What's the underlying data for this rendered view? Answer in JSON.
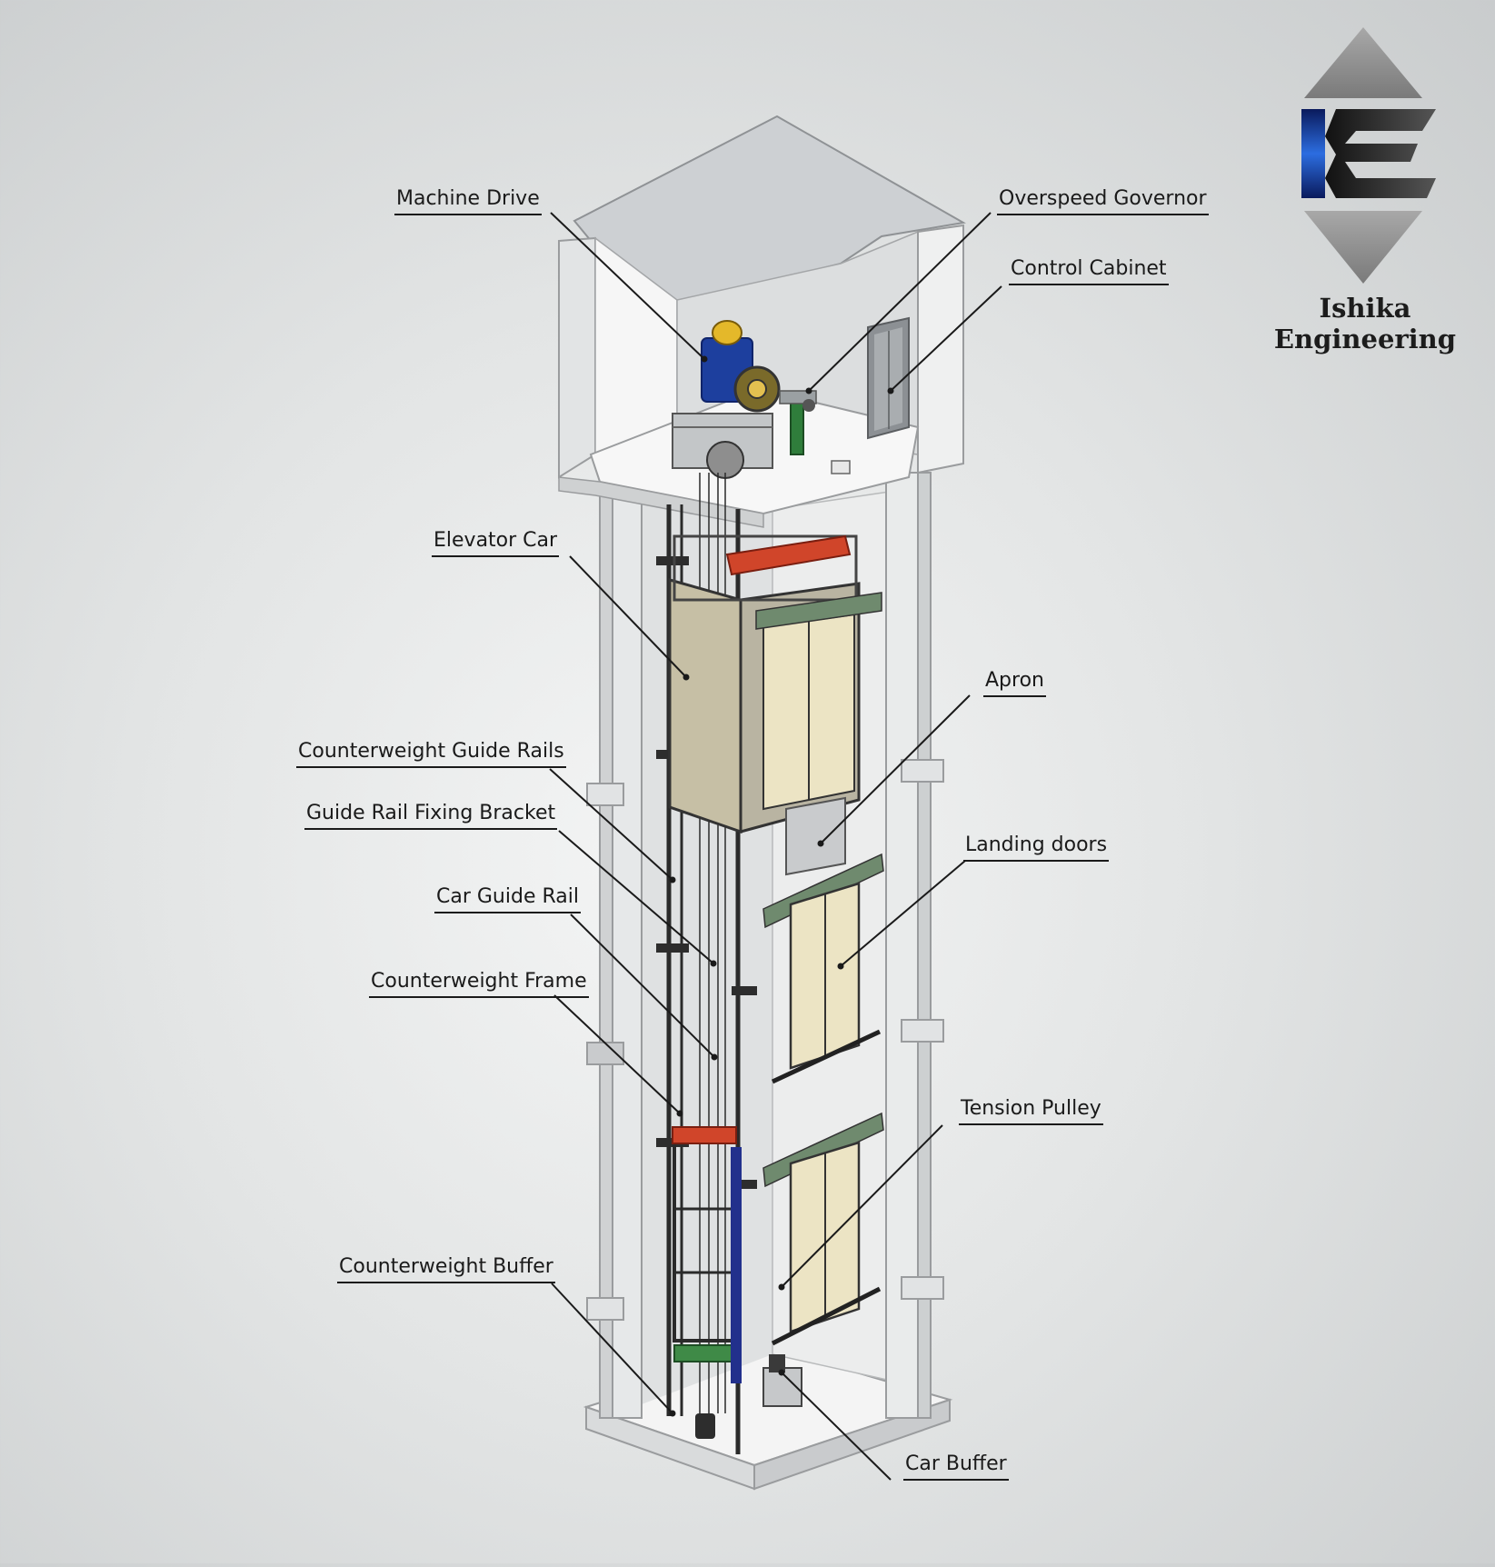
{
  "brand": {
    "name": "Ishika Engineering",
    "colors": {
      "bar_blue": "#1b2f8f",
      "e_dark": "#2a2a2a",
      "diamond": "#8f8f8f"
    }
  },
  "labels": {
    "machine_drive": "Machine Drive",
    "overspeed_governor": "Overspeed Governor",
    "control_cabinet": "Control Cabinet",
    "elevator_car": "Elevator Car",
    "apron": "Apron",
    "counterweight_guide_rails": "Counterweight Guide Rails",
    "guide_rail_fixing_bracket": "Guide Rail Fixing Bracket",
    "landing_doors": "Landing doors",
    "car_guide_rail": "Car Guide Rail",
    "counterweight_frame": "Counterweight Frame",
    "tension_pulley": "Tension Pulley",
    "counterweight_buffer": "Counterweight Buffer",
    "car_buffer": "Car Buffer"
  },
  "colors": {
    "concrete": "#e9eaea",
    "concrete_shadow": "#c7c9ca",
    "roof": "#cfd2d4",
    "door_panel": "#ece4c4",
    "door_header": "#6f8a6e",
    "beam_red": "#d0452a",
    "motor_blue": "#1d3f9e",
    "governor_green": "#2f7d3b",
    "leader_line": "#1a1a1a"
  }
}
